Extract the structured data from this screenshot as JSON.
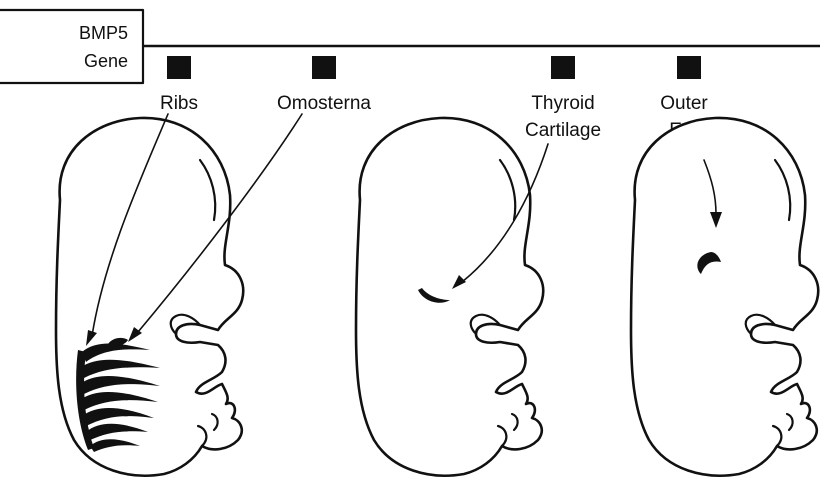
{
  "gene_box": {
    "line1": "BMP5",
    "line2": "Gene"
  },
  "markers": [
    {
      "label": "Ribs"
    },
    {
      "label": "Omosterna"
    },
    {
      "label_line1": "Thyroid",
      "label_line2": "Cartilage"
    },
    {
      "label_line1": "Outer",
      "label_line2": "Ear"
    }
  ]
}
